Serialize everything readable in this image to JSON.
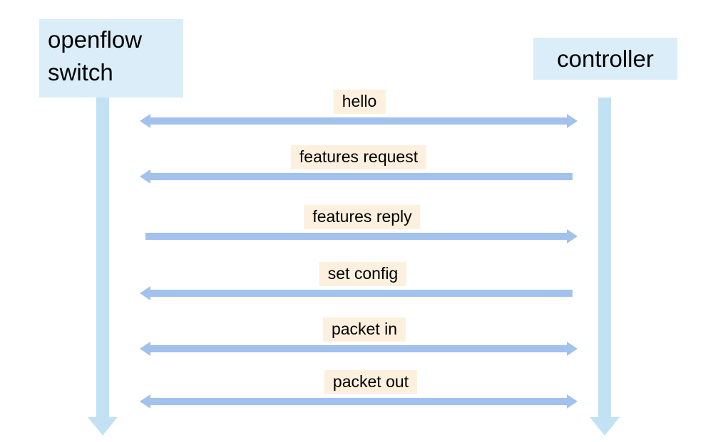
{
  "diagram": {
    "type": "sequence-diagram",
    "actors": [
      {
        "id": "openflow-switch",
        "label": "openflow switch"
      },
      {
        "id": "controller",
        "label": "controller"
      }
    ],
    "messages": [
      {
        "label": "hello",
        "direction": "bidirectional",
        "from": "openflow-switch",
        "to": "controller"
      },
      {
        "label": "features request",
        "direction": "to-switch",
        "from": "controller",
        "to": "openflow-switch"
      },
      {
        "label": "features reply",
        "direction": "to-controller",
        "from": "openflow-switch",
        "to": "controller"
      },
      {
        "label": "set config",
        "direction": "to-switch",
        "from": "controller",
        "to": "openflow-switch"
      },
      {
        "label": "packet in",
        "direction": "bidirectional",
        "from": "openflow-switch",
        "to": "controller"
      },
      {
        "label": "packet out",
        "direction": "bidirectional",
        "from": "openflow-switch",
        "to": "controller"
      }
    ],
    "colors": {
      "actor_box": "#daedf8",
      "lifeline": "#c2e2f4",
      "arrow": "#a2c1ed",
      "label_bg": "#fdf0de",
      "text": "#000000",
      "background": "#ffffff"
    }
  }
}
